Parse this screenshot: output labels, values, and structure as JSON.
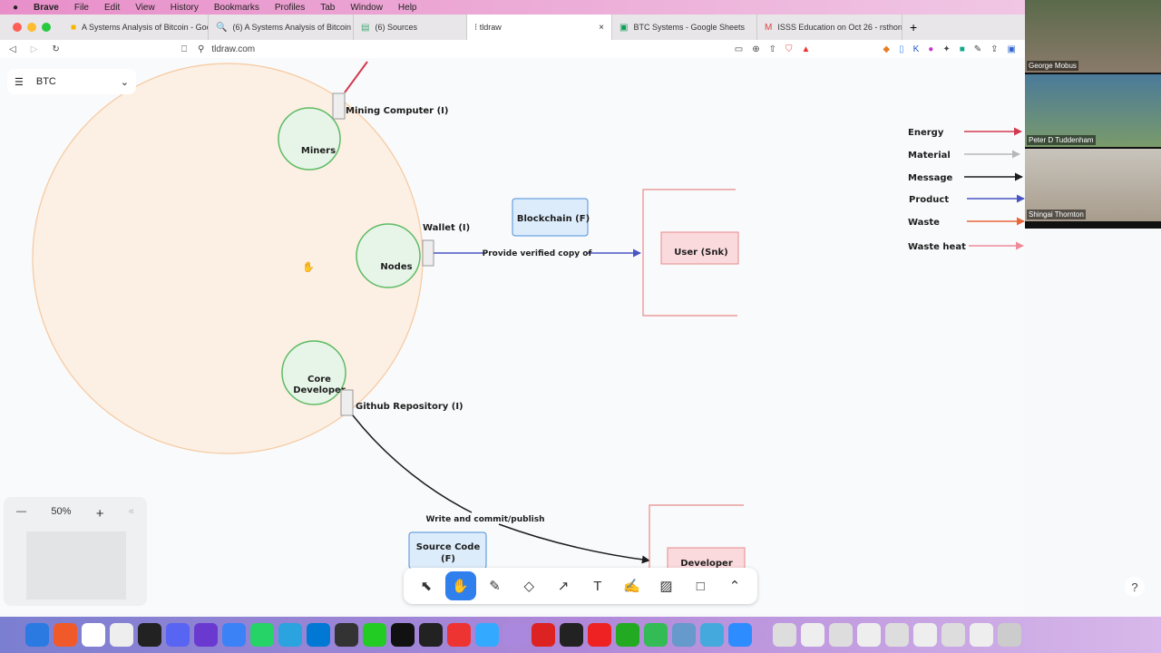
{
  "menubar": {
    "brand": "Brave",
    "items": [
      "File",
      "Edit",
      "View",
      "History",
      "Bookmarks",
      "Profiles",
      "Tab",
      "Window",
      "Help"
    ]
  },
  "tabs": [
    {
      "label": "A Systems Analysis of Bitcoin - Goo"
    },
    {
      "label": "(6) A Systems Analysis of Bitcoin"
    },
    {
      "label": "(6) Sources"
    },
    {
      "label": "tldraw",
      "close": "×"
    },
    {
      "label": "BTC Systems - Google Sheets"
    },
    {
      "label": "ISSS Education on Oct 26 - rsthorn"
    }
  ],
  "new_tab": "+",
  "address": {
    "url": "tldraw.com"
  },
  "page_menu": {
    "label": "BTC"
  },
  "diagram": {
    "miners": "Miners",
    "nodes": "Nodes",
    "core_dev_1": "Core",
    "core_dev_2": "Developer",
    "mining_computer": "Mining Computer (I)",
    "wallet": "Wallet (I)",
    "github": "Github Repository (I)",
    "blockchain": "Blockchain (F)",
    "user": "User (Snk)",
    "provide": "Provide verified copy of",
    "write": "Write and commit/publish",
    "source_code_1": "Source Code",
    "source_code_2": "(F)",
    "developer": "Developer"
  },
  "legend": [
    {
      "label": "Energy",
      "color": "#d23a4f"
    },
    {
      "label": "Material",
      "color": "#b5b8bc"
    },
    {
      "label": "Message",
      "color": "#1d1d1d"
    },
    {
      "label": "Product",
      "color": "#4a55c4"
    },
    {
      "label": "Waste",
      "color": "#e8663a"
    },
    {
      "label": "Waste heat",
      "color": "#ef8a9a"
    }
  ],
  "zoom": {
    "minus": "—",
    "value": "50%",
    "plus": "+"
  },
  "help": "?",
  "participants": [
    "George Mobus",
    "Peter D Tuddenham",
    "Shingai Thornton"
  ]
}
